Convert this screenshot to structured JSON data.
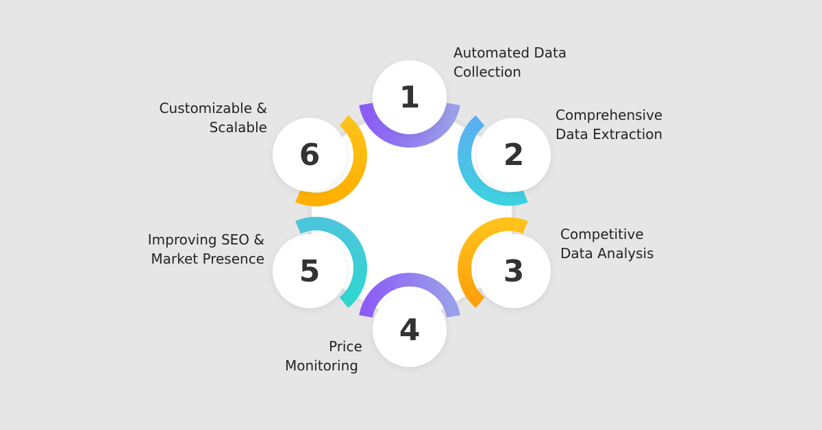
{
  "diagram": {
    "type": "cycle",
    "steps": [
      {
        "number": "1",
        "label_lines": [
          "Automated Data",
          "Collection"
        ],
        "ring_colors": [
          "#8b5cf6",
          "#9aa0e8"
        ]
      },
      {
        "number": "2",
        "label_lines": [
          "Comprehensive",
          "Data Extraction"
        ],
        "ring_colors": [
          "#5aaff0",
          "#3fd0e0"
        ]
      },
      {
        "number": "3",
        "label_lines": [
          "Competitive",
          "Data Analysis"
        ],
        "ring_colors": [
          "#ff9f0a",
          "#ffc21a"
        ]
      },
      {
        "number": "4",
        "label_lines": [
          "Price",
          "Monitoring"
        ],
        "ring_colors": [
          "#8b5cf6",
          "#9aa0e8"
        ]
      },
      {
        "number": "5",
        "label_lines": [
          "Improving SEO &",
          "Market Presence"
        ],
        "ring_colors": [
          "#2fd6cf",
          "#4bc6dc"
        ]
      },
      {
        "number": "6",
        "label_lines": [
          "Customizable &",
          "Scalable"
        ],
        "ring_colors": [
          "#ffc21a",
          "#ffb000"
        ]
      }
    ]
  },
  "colors": {
    "background": "#e6e6e6",
    "hexagon_fill": "#ffffff",
    "hexagon_stroke": "#e0e0e0",
    "circle_fill": "#ffffff",
    "number_text": "#333333",
    "label_text": "#222222"
  }
}
